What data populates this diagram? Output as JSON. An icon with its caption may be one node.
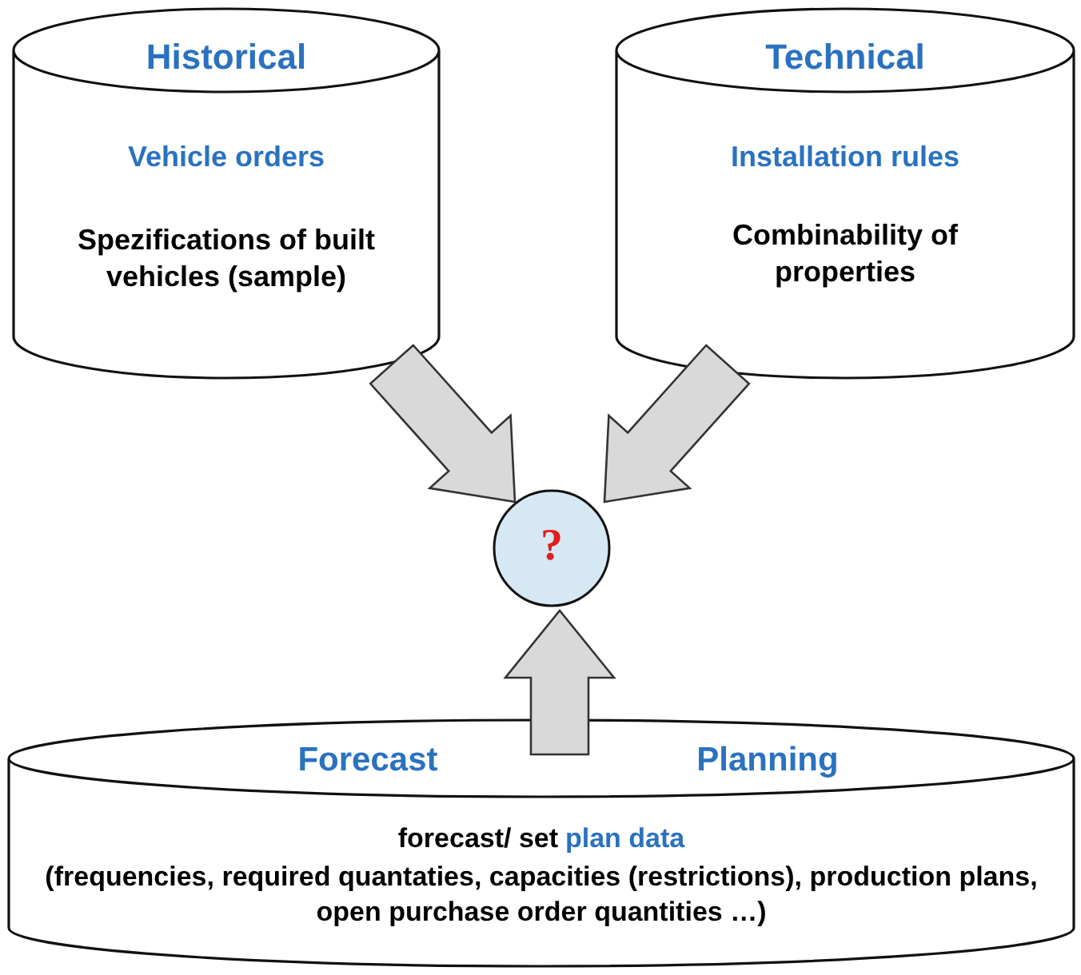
{
  "diagram": {
    "nodes": [
      {
        "text": [
          "Historical",
          "Vehicle orders",
          "Spezifications of built vehicles (sample)"
        ]
      },
      {
        "text": [
          "Technical",
          "Installation rules",
          "Combinability of properties"
        ]
      },
      {
        "text": [
          "?"
        ]
      },
      {
        "text": [
          "Forecast",
          "Planning",
          "forecast/ set",
          "plan data",
          "(frequencies, required quantaties, capacities (restrictions), production plans, open purchase order quantities …)"
        ]
      }
    ],
    "edges": [
      {
        "from": 0,
        "to": 2,
        "arrow": "to",
        "style": "thick"
      },
      {
        "from": 1,
        "to": 2,
        "arrow": "to",
        "style": "thick"
      },
      {
        "from": 3,
        "to": 2,
        "arrow": "to",
        "style": "thick"
      }
    ]
  }
}
